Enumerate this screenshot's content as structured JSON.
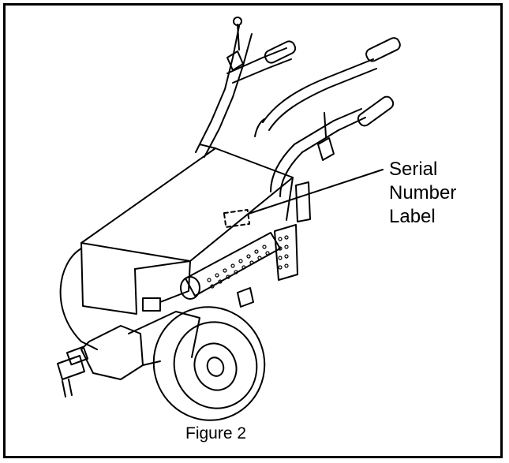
{
  "figure": {
    "caption": "Figure 2",
    "callout": {
      "line1": "Serial",
      "line2": "Number",
      "line3": "Label"
    },
    "subject_icon": "walk-behind-machine-illustration"
  }
}
